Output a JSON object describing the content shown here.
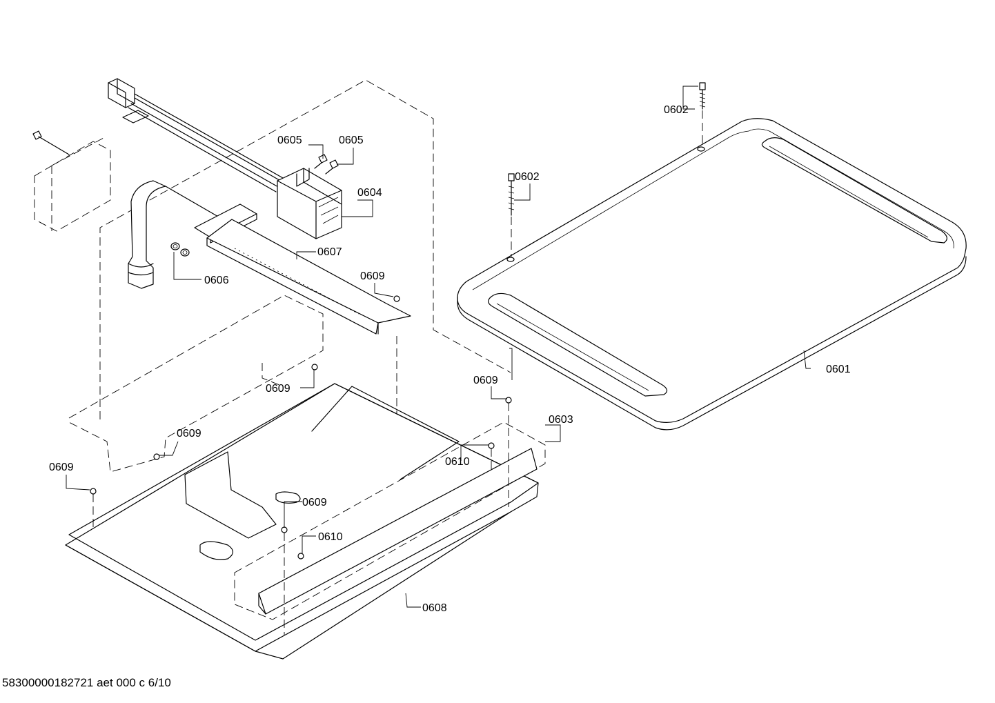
{
  "document_id": "58300000182721 aet 000 c 6/10",
  "callouts": [
    {
      "id": "c-0601",
      "label": "0601"
    },
    {
      "id": "c-0602a",
      "label": "0602"
    },
    {
      "id": "c-0602b",
      "label": "0602"
    },
    {
      "id": "c-0603",
      "label": "0603"
    },
    {
      "id": "c-0604",
      "label": "0604"
    },
    {
      "id": "c-0605a",
      "label": "0605"
    },
    {
      "id": "c-0605b",
      "label": "0605"
    },
    {
      "id": "c-0606",
      "label": "0606"
    },
    {
      "id": "c-0607",
      "label": "0607"
    },
    {
      "id": "c-0608",
      "label": "0608"
    },
    {
      "id": "c-0609a",
      "label": "0609"
    },
    {
      "id": "c-0609b",
      "label": "0609"
    },
    {
      "id": "c-0609c",
      "label": "0609"
    },
    {
      "id": "c-0609d",
      "label": "0609"
    },
    {
      "id": "c-0609e",
      "label": "0609"
    },
    {
      "id": "c-0609f",
      "label": "0609"
    },
    {
      "id": "c-0610a",
      "label": "0610"
    },
    {
      "id": "c-0610b",
      "label": "0610"
    }
  ]
}
